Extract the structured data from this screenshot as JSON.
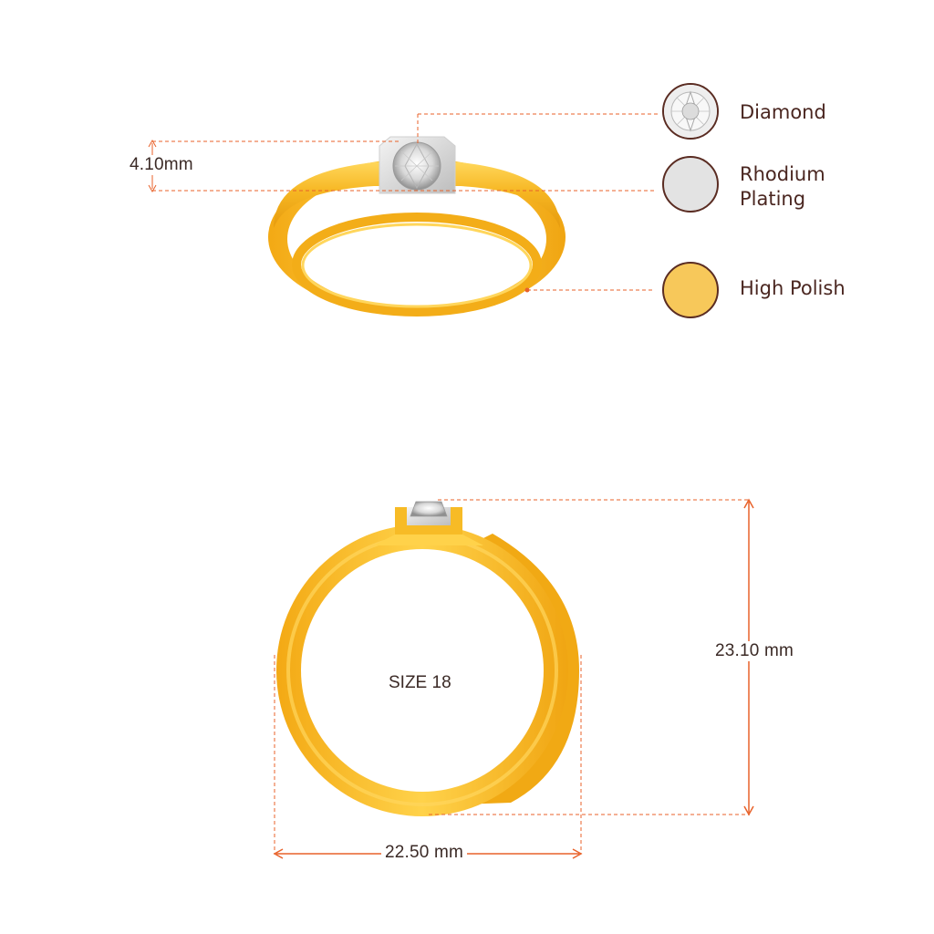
{
  "dimensions": {
    "stone_height": "4.10mm",
    "ring_height": "23.10 mm",
    "ring_width": "22.50 mm",
    "ring_size": "SIZE 18"
  },
  "legend": [
    {
      "label": "Diamond",
      "icon": "diamond-icon",
      "color": "#e9e9e9"
    },
    {
      "label": "Rhodium\nPlating",
      "icon": "rhodium-swatch-icon",
      "color": "#e3e3e3"
    },
    {
      "label": "High Polish",
      "icon": "gold-swatch-icon",
      "color": "#f7c85a"
    }
  ],
  "colors": {
    "annotation_line": "#e8622a",
    "legend_border": "#5a2c22",
    "gold": "#f5b21f",
    "gold_light": "#ffd45e",
    "gold_dark": "#d9920a"
  }
}
